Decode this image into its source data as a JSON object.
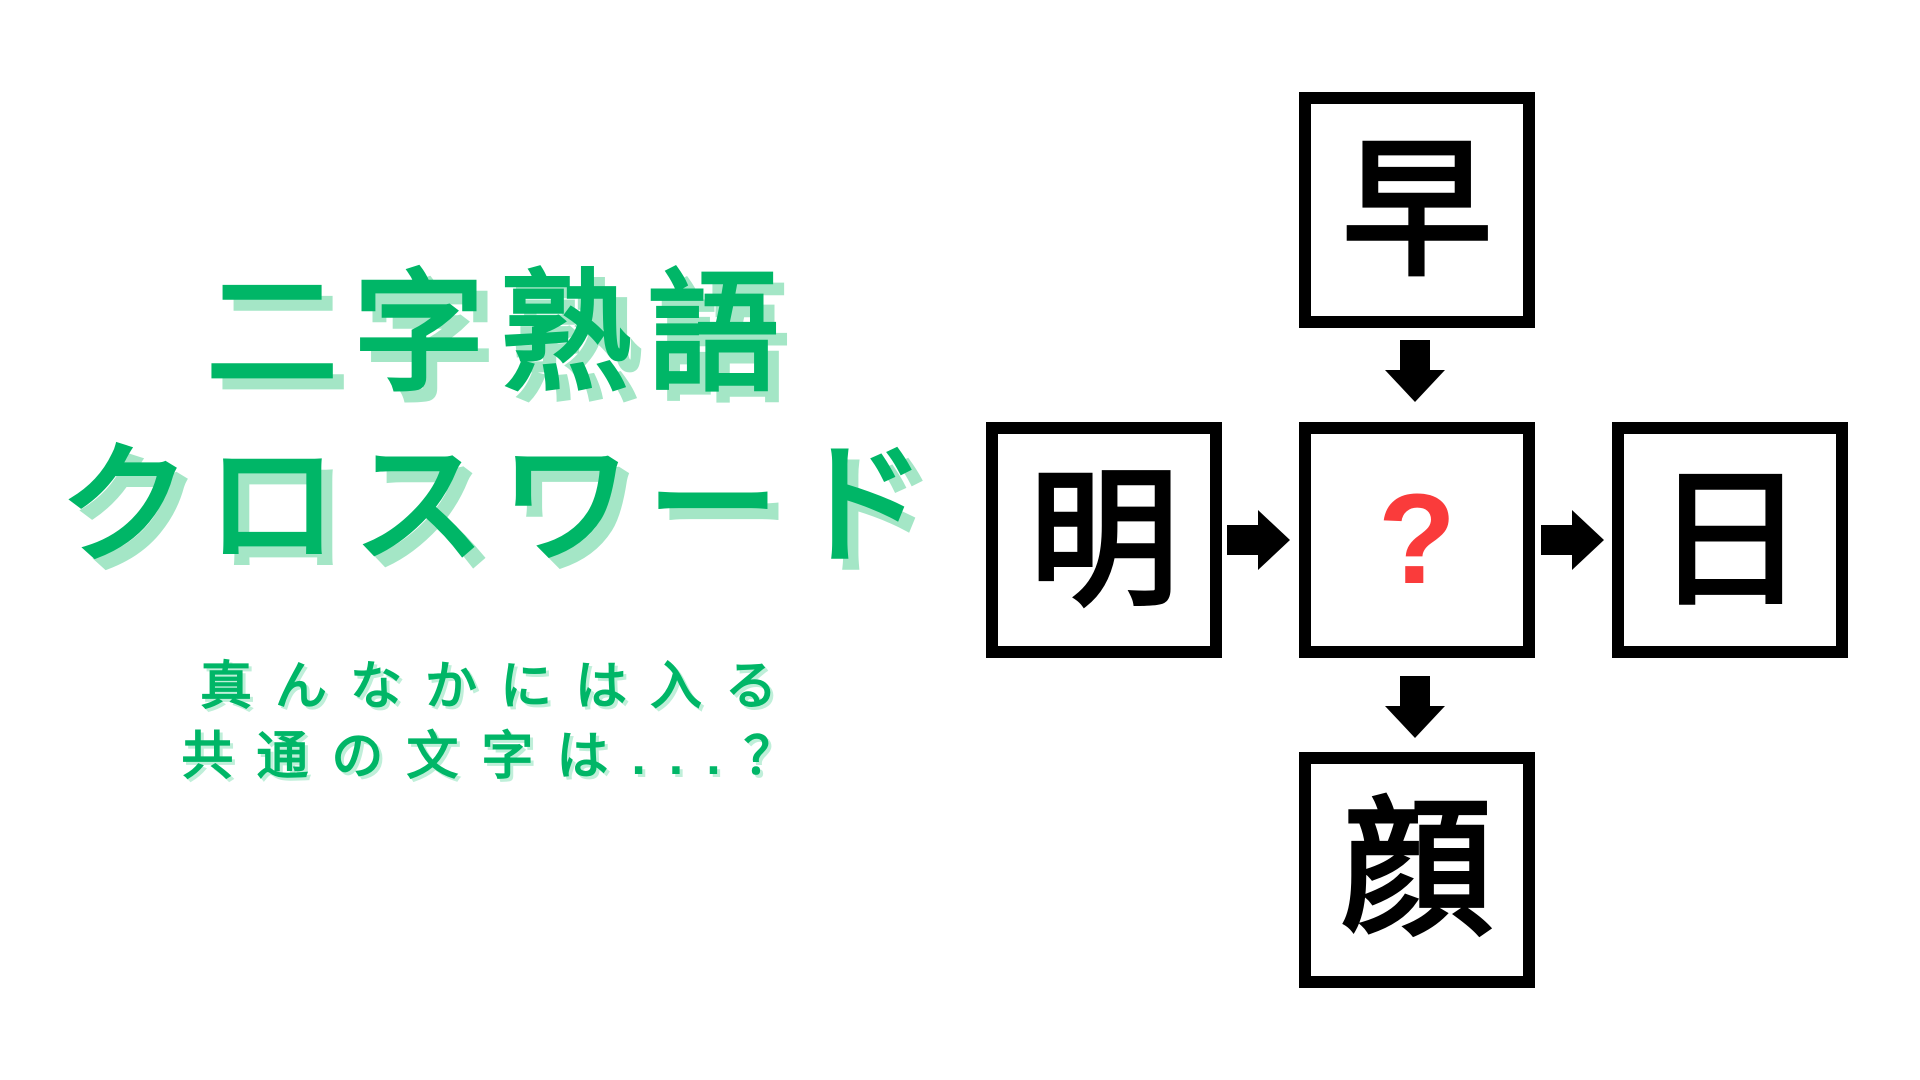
{
  "page": {
    "background_color": "#FFFFFF"
  },
  "title": {
    "line1": "二字熟語",
    "line2": "クロスワード",
    "text_color": "#00B667",
    "shadow_color": "#A4E6C6"
  },
  "subtitle": {
    "line1": "真んなかには入る",
    "line2": "共通の文字は...？",
    "text_color": "#00B667"
  },
  "puzzle": {
    "cells": {
      "top": "早",
      "left": "明",
      "right": "日",
      "bottom": "顔"
    },
    "center": {
      "question_mark": "?",
      "color": "#FA3B3B"
    },
    "box_border_color": "#000000",
    "kanji_color": "#000000",
    "arrows": [
      {
        "name": "arrow-top-to-center",
        "direction": "down"
      },
      {
        "name": "arrow-left-to-center",
        "direction": "right"
      },
      {
        "name": "arrow-center-to-right",
        "direction": "right"
      },
      {
        "name": "arrow-center-to-bottom",
        "direction": "down"
      }
    ]
  }
}
